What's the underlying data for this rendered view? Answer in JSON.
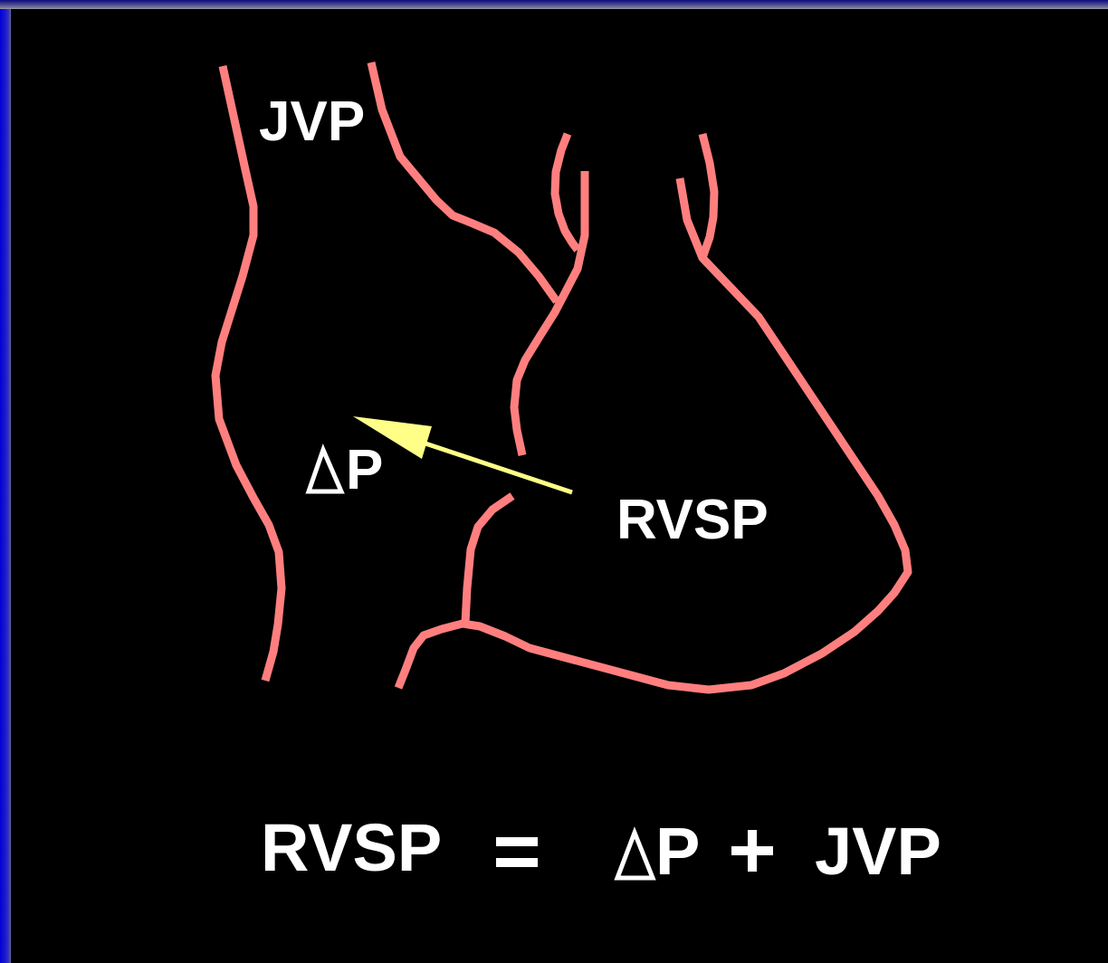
{
  "labels": {
    "jvp": "JVP",
    "delta_p": "P",
    "rvsp": "RVSP"
  },
  "equation": {
    "lhs": "RVSP",
    "equals": "=",
    "delta_term": "P",
    "plus": "+",
    "rhs": "JVP"
  },
  "colors": {
    "vessel": "#ff7f7f",
    "arrow": "#ffff88",
    "text": "#ffffff",
    "background": "#000000",
    "border": "#0000cc"
  }
}
